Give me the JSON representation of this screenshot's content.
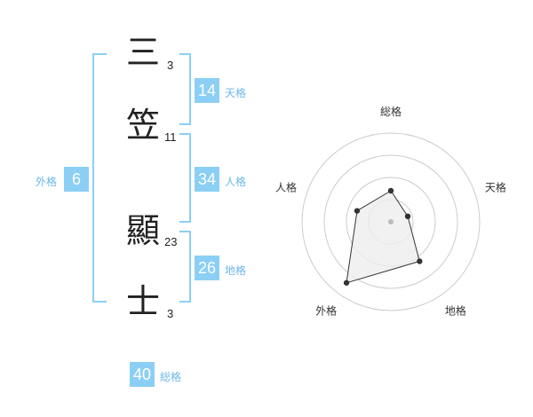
{
  "name": {
    "chars": [
      {
        "char": "三",
        "strokes": "3"
      },
      {
        "char": "笠",
        "strokes": "11"
      },
      {
        "char": "顯",
        "strokes": "23"
      },
      {
        "char": "士",
        "strokes": "3"
      }
    ]
  },
  "fortunes": {
    "tenkaku": {
      "value": "14",
      "label": "天格"
    },
    "jinkaku": {
      "value": "34",
      "label": "人格"
    },
    "chikaku": {
      "value": "26",
      "label": "地格"
    },
    "gaikaku": {
      "value": "6",
      "label": "外格"
    },
    "soukaku": {
      "value": "40",
      "label": "総格"
    }
  },
  "chart_data": {
    "type": "radar",
    "axes": [
      "総格",
      "天格",
      "地格",
      "外格",
      "人格"
    ],
    "values": [
      0.35,
      0.2,
      0.55,
      0.85,
      0.4
    ],
    "rings": 4,
    "colors": {
      "fill": "#eeeeee",
      "stroke": "#333333",
      "grid": "#cccccc"
    }
  }
}
